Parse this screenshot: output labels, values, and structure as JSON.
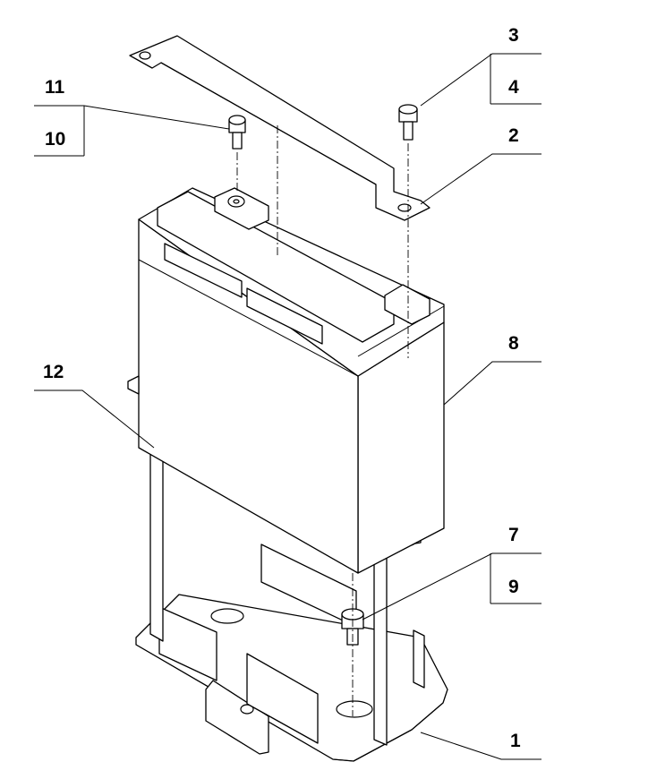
{
  "callouts": [
    {
      "id": "1",
      "label": "1"
    },
    {
      "id": "2",
      "label": "2"
    },
    {
      "id": "3",
      "label": "3"
    },
    {
      "id": "4",
      "label": "4"
    },
    {
      "id": "7",
      "label": "7"
    },
    {
      "id": "8",
      "label": "8"
    },
    {
      "id": "9",
      "label": "9"
    },
    {
      "id": "10",
      "label": "10"
    },
    {
      "id": "11",
      "label": "11"
    },
    {
      "id": "12",
      "label": "12"
    }
  ],
  "colors": {
    "line": "#000000",
    "background": "#ffffff"
  }
}
